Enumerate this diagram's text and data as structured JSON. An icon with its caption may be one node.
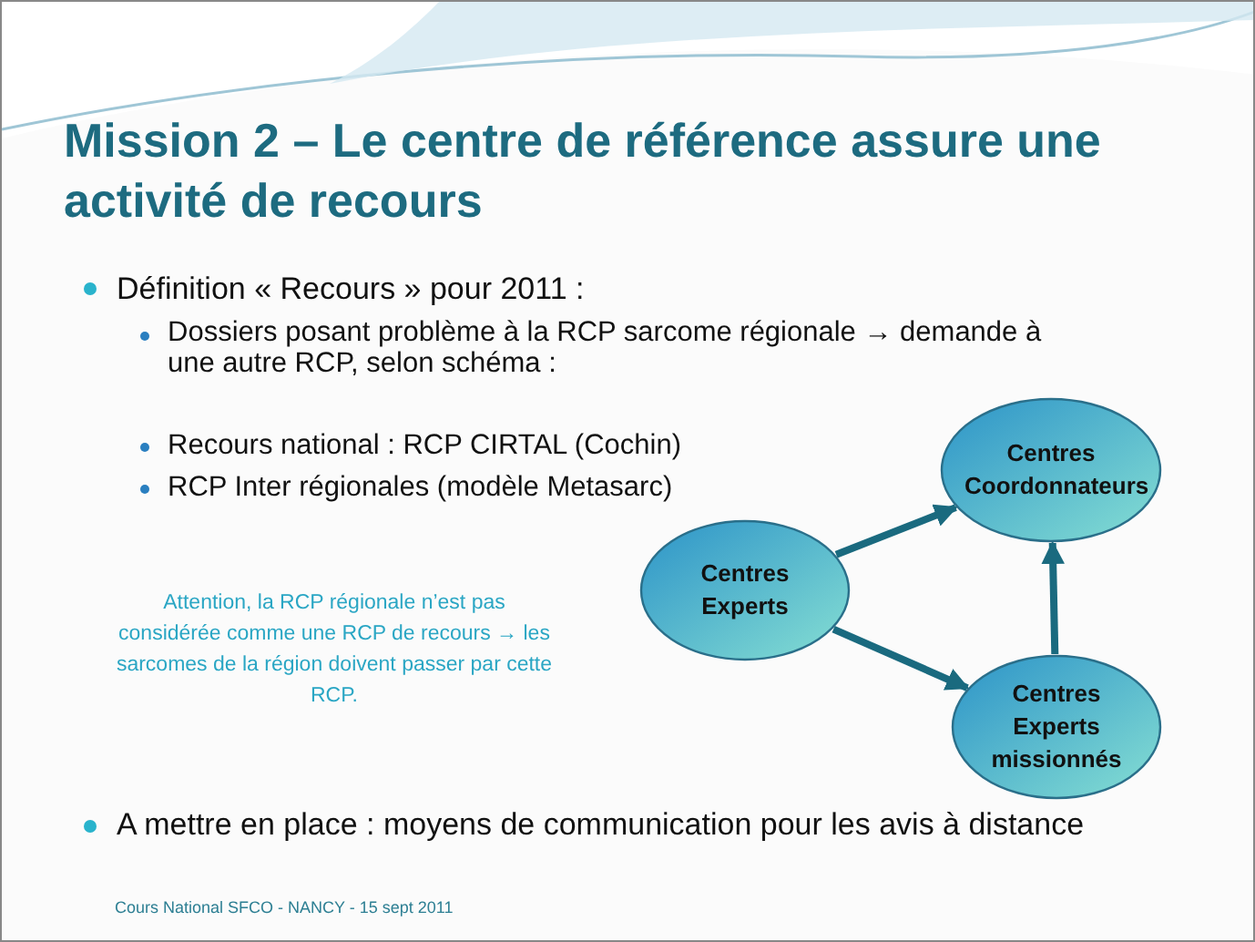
{
  "diagram": {
    "title": "Mission 2 – Le centre de référence assure une activité de recours",
    "nodes": [
      {
        "text": [
          "Centres Coordonnateurs"
        ]
      },
      {
        "text": [
          "Centres Experts"
        ]
      },
      {
        "text": [
          "Centres Experts missionnés"
        ]
      }
    ],
    "edges": [
      {
        "from": 1,
        "to": 0,
        "arrow": "to"
      },
      {
        "from": 1,
        "to": 2,
        "arrow": "to"
      },
      {
        "from": 2,
        "to": 0,
        "arrow": "to"
      }
    ],
    "labels": [
      "Définition « Recours » pour 2011 :",
      "Dossiers posant problème à la RCP sarcome régionale → demande à une autre RCP, selon schéma :",
      "Recours national : RCP CIRTAL (Cochin)",
      "RCP Inter régionales (modèle Metasarc)",
      "Attention, la RCP régionale n’est pas considérée comme une RCP de recours → les sarcomes de la région doivent passer par cette RCP.",
      "A mettre en place : moyens de communication pour les avis à distance",
      "Cours National SFCO - NANCY - 15 sept 2011"
    ]
  }
}
